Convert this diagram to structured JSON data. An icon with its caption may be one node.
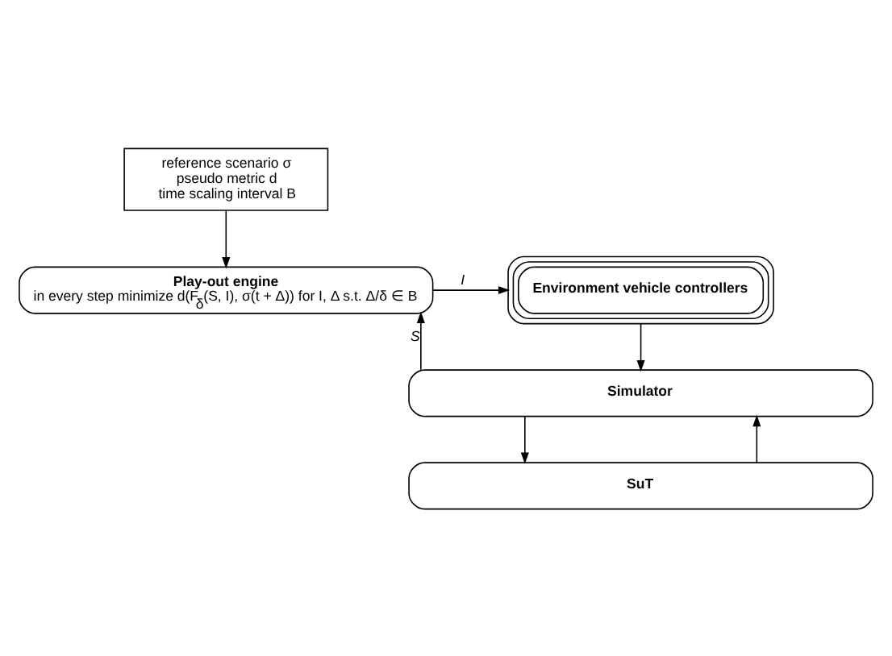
{
  "diagram": {
    "nodes": [
      {
        "text": [
          "reference scenario σ",
          "pseudo metric d",
          "time scaling interval B"
        ]
      },
      {
        "text": [
          "Play-out engine",
          "in every step minimize d(F$_{δ}$(S, I), σ(t + Δ)) for I, Δ s.t. Δ/δ ∈ B"
        ]
      },
      {
        "text": [
          "Environment vehicle controllers"
        ]
      },
      {
        "text": [
          "Simulator"
        ]
      },
      {
        "text": [
          "SuT"
        ]
      }
    ],
    "edges": [
      {
        "from": 0,
        "to": 1,
        "arrow": "to"
      },
      {
        "from": 1,
        "to": 2,
        "arrow": "to",
        "label": "I"
      },
      {
        "from": 2,
        "to": 3,
        "arrow": "to"
      },
      {
        "from": 3,
        "to": 1,
        "arrow": "to",
        "label": "S"
      },
      {
        "from": 3,
        "to": 4,
        "arrow": "to"
      },
      {
        "from": 4,
        "to": 3,
        "arrow": "to"
      }
    ]
  }
}
